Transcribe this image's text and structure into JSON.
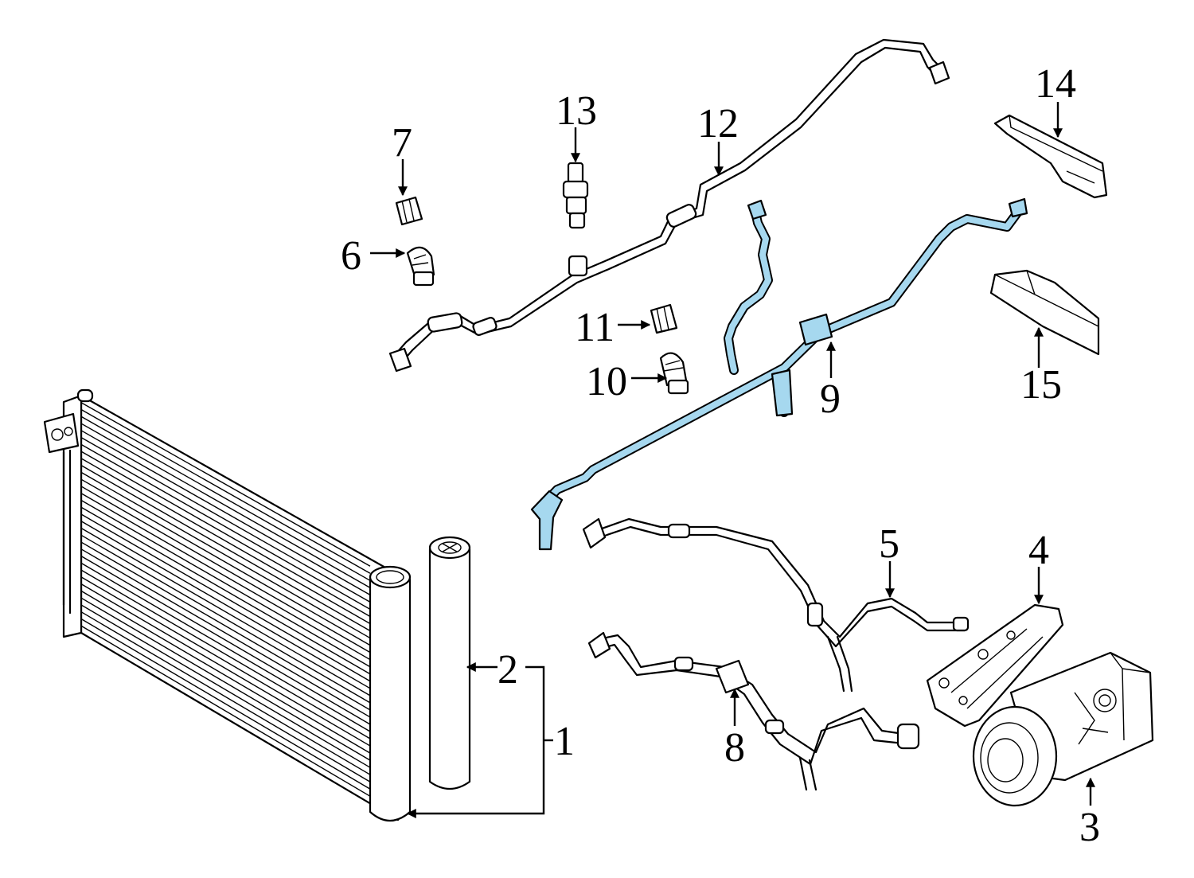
{
  "colors": {
    "highlight": "#a6d8ef",
    "line": "#000000",
    "background": "#ffffff"
  },
  "callouts": [
    {
      "id": "1",
      "label": "1"
    },
    {
      "id": "2",
      "label": "2"
    },
    {
      "id": "3",
      "label": "3"
    },
    {
      "id": "4",
      "label": "4"
    },
    {
      "id": "5",
      "label": "5"
    },
    {
      "id": "6",
      "label": "6"
    },
    {
      "id": "7",
      "label": "7"
    },
    {
      "id": "8",
      "label": "8"
    },
    {
      "id": "9",
      "label": "9"
    },
    {
      "id": "10",
      "label": "10"
    },
    {
      "id": "11",
      "label": "11"
    },
    {
      "id": "12",
      "label": "12"
    },
    {
      "id": "13",
      "label": "13"
    },
    {
      "id": "14",
      "label": "14"
    },
    {
      "id": "15",
      "label": "15"
    }
  ],
  "highlighted_part": "9"
}
